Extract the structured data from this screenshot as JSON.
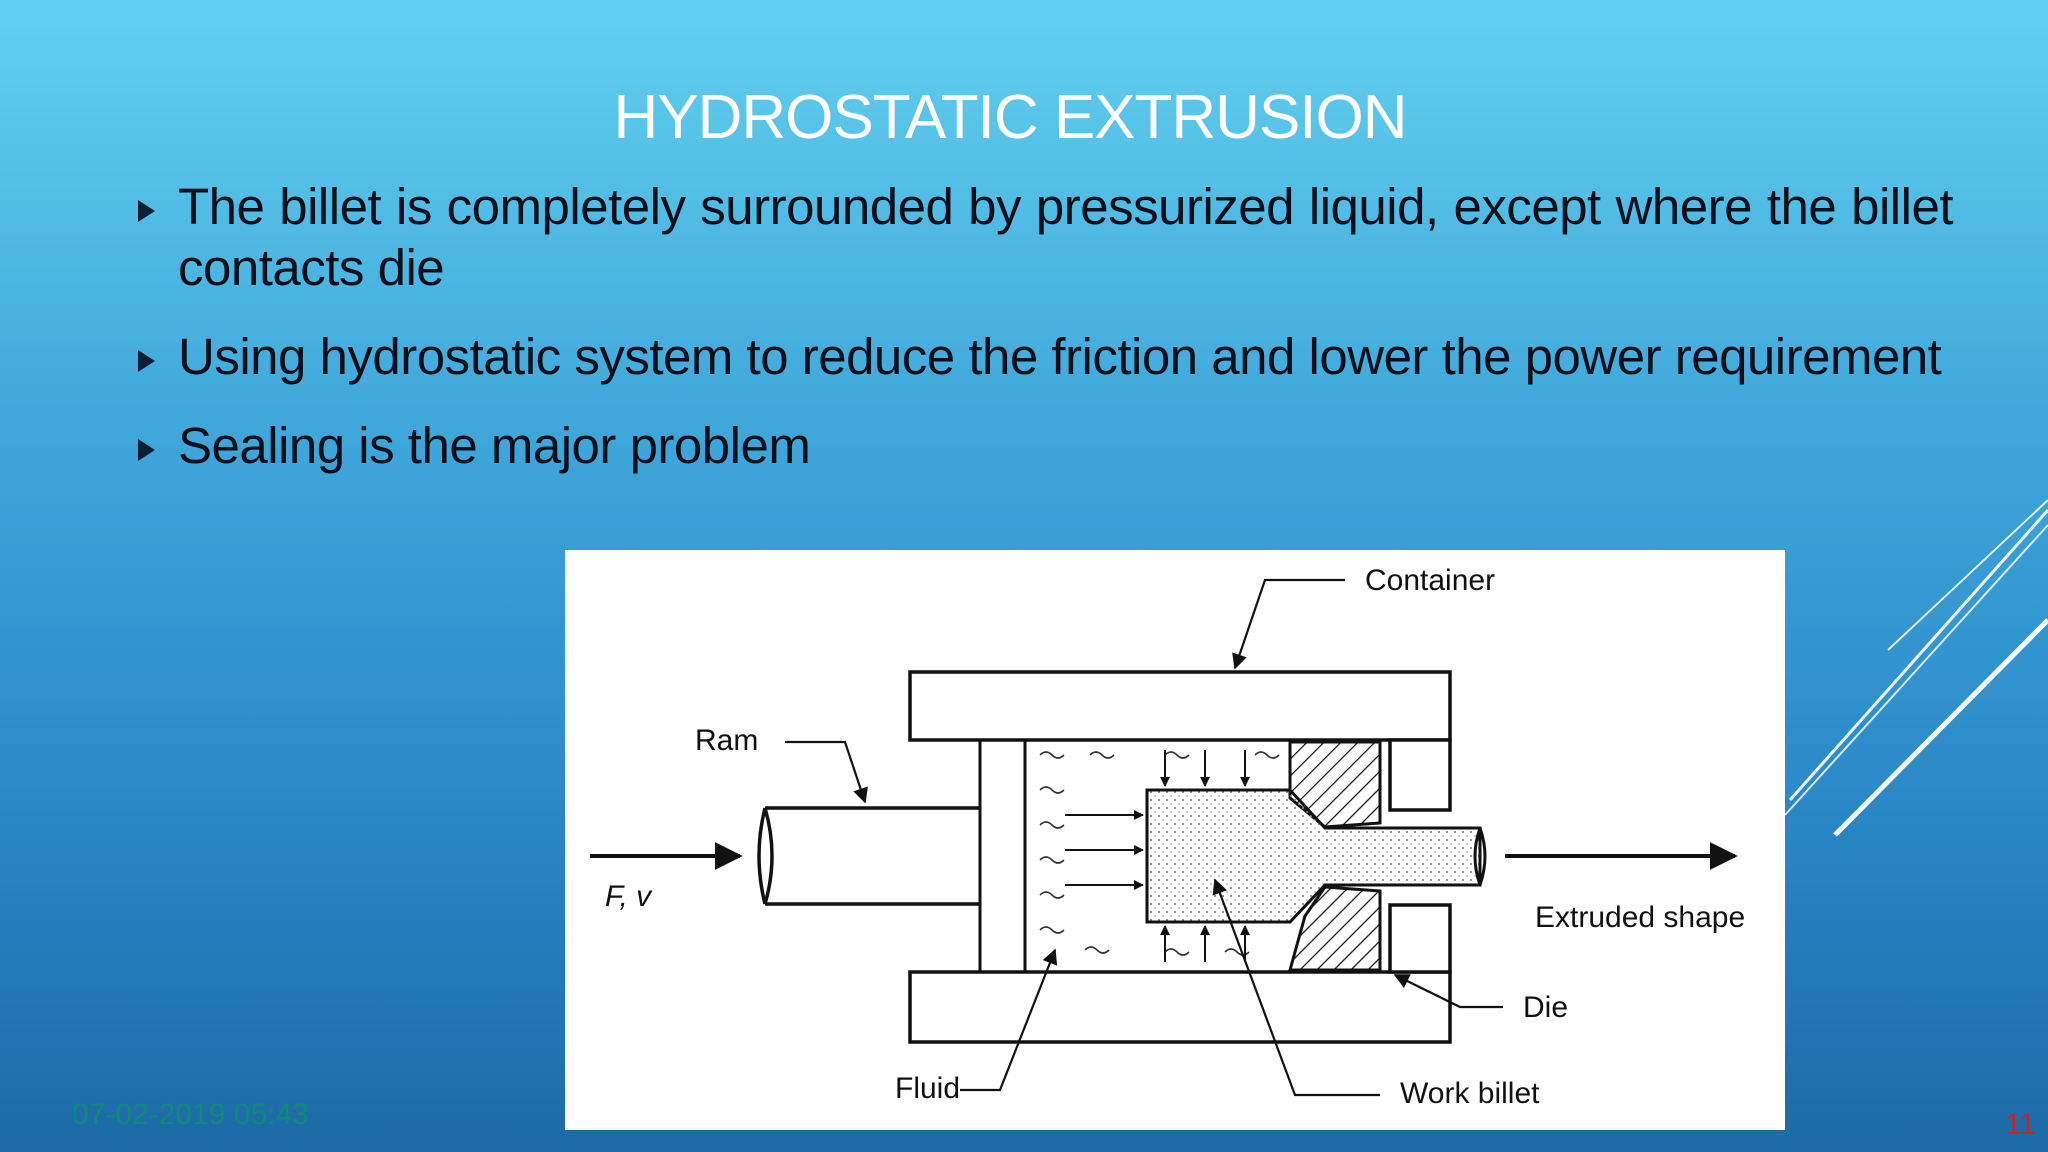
{
  "slide": {
    "title": "HYDROSTATIC EXTRUSION",
    "bullets": [
      "The billet is completely surrounded by pressurized liquid, except where the billet contacts die",
      "Using hydrostatic system to reduce the friction and lower the power requirement",
      "Sealing is the major problem"
    ],
    "footer_date": "07-02-2019 05:43",
    "page_number": "11"
  },
  "diagram": {
    "labels": {
      "container": "Container",
      "ram": "Ram",
      "force": "F, v",
      "extruded_shape": "Extruded shape",
      "die": "Die",
      "fluid": "Fluid",
      "work_billet": "Work billet"
    }
  },
  "colors": {
    "bullet_text": "#0a0f1a",
    "title": "#ffffff",
    "date": "#0f8a77",
    "page_number": "#c0272d"
  }
}
